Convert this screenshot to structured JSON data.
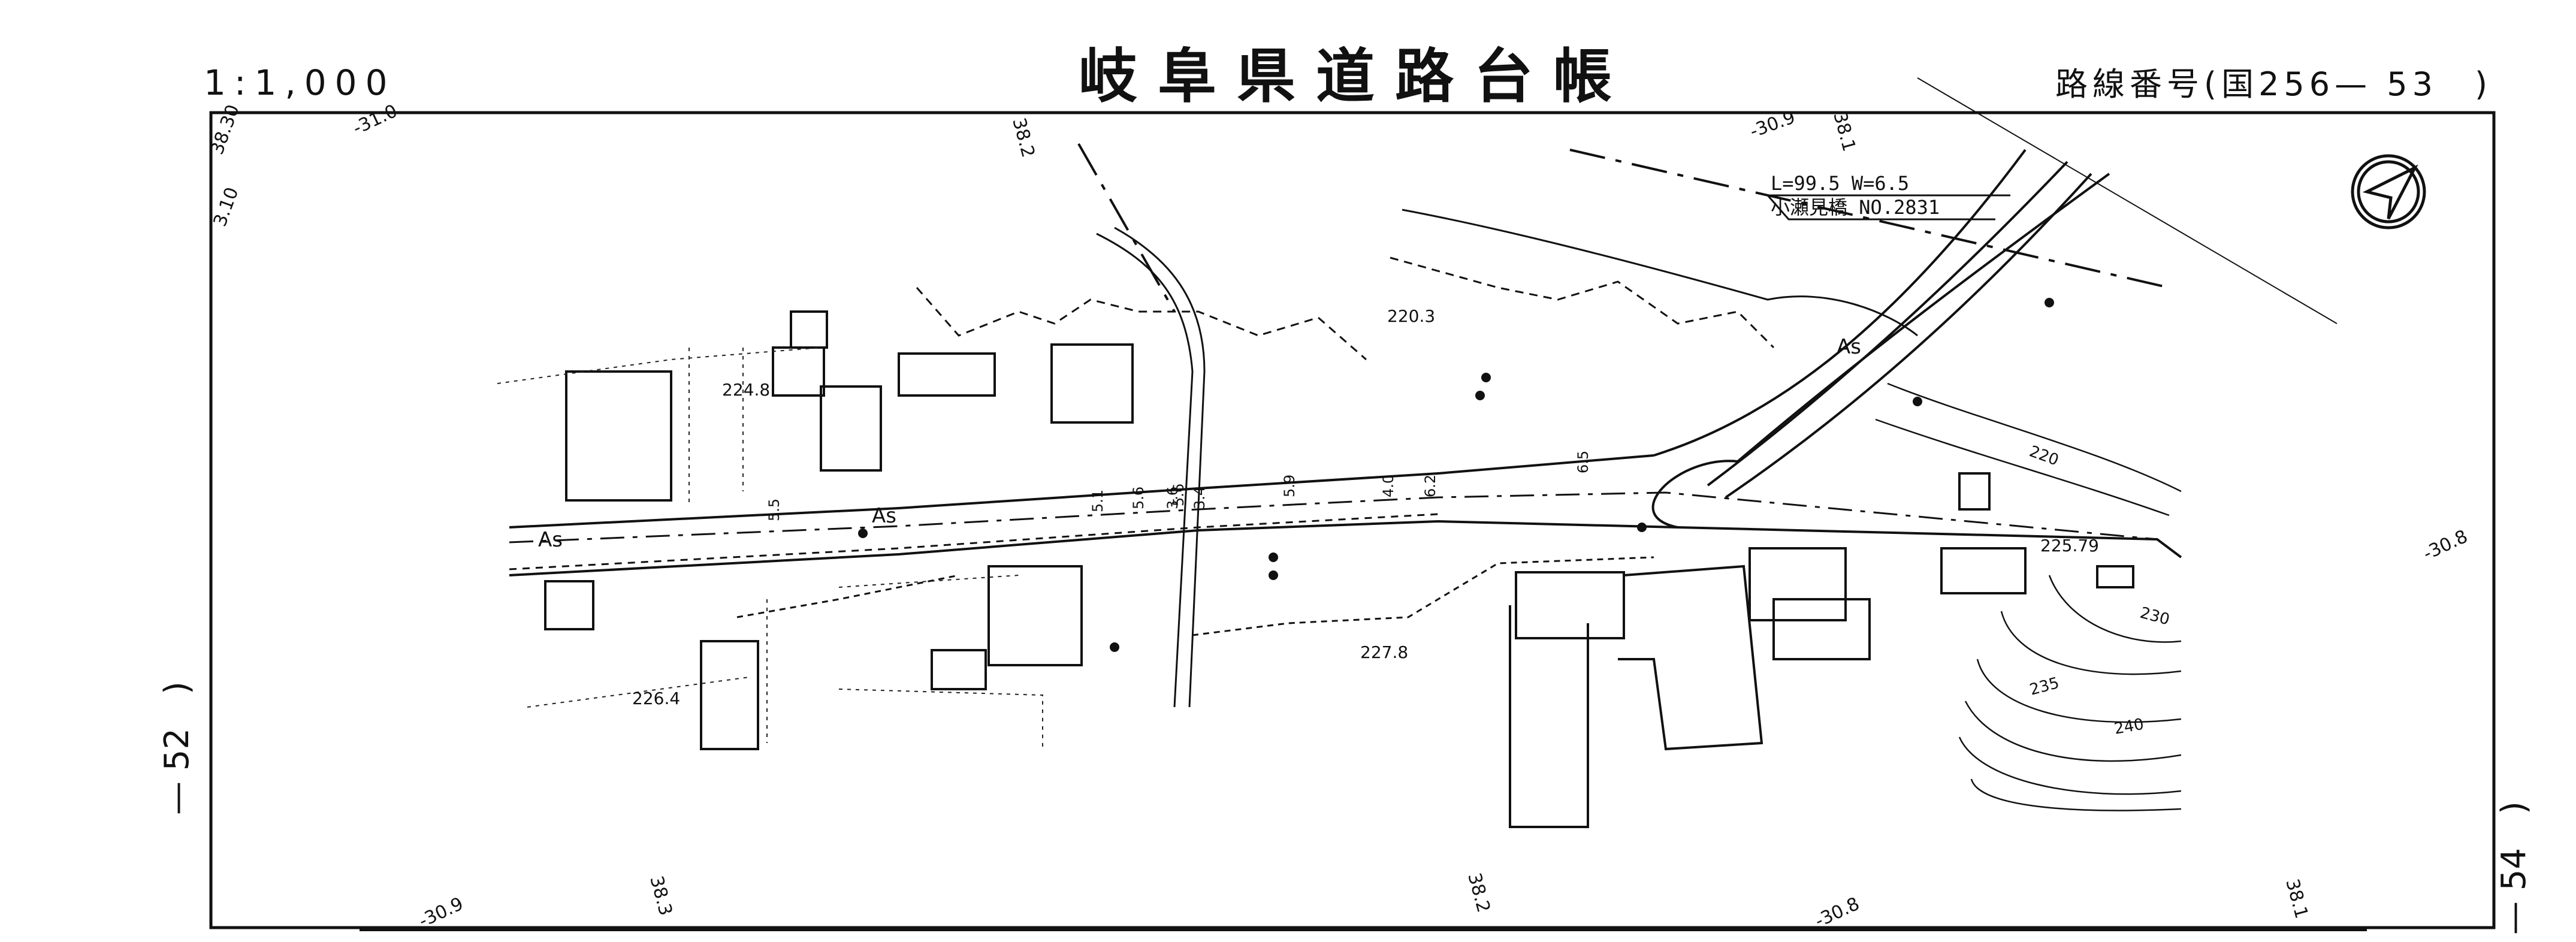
{
  "header": {
    "title": "岐阜県道路台帳",
    "scale": "1:1,000",
    "route_number": "路線番号(国256— 53　)"
  },
  "side_refs": {
    "left": "— 52　)",
    "right": "— 54　)"
  },
  "bridge": {
    "dimensions": "L=99.5  W=6.5",
    "name": "小瀬見橋  NO.2831"
  },
  "spot_elevations": [
    "220.3",
    "224.8",
    "226.4",
    "227.8",
    "225.79"
  ],
  "contour_labels": [
    "220",
    "230",
    "235",
    "240"
  ],
  "pavement_labels": [
    "As",
    "As",
    "As"
  ],
  "coordinate_labels": [
    "-31.0",
    "38.30",
    "3.10",
    "38.2",
    "-30.9",
    "38.1",
    "-30.8",
    "-30.9",
    "38.3",
    "38.2",
    "-30.8",
    "38.1"
  ],
  "width_labels": [
    "5.5",
    "5.1",
    "5.6",
    "5.6",
    "5.9",
    "4.0",
    "6.2",
    "6.5",
    "3.6",
    "3.4"
  ]
}
